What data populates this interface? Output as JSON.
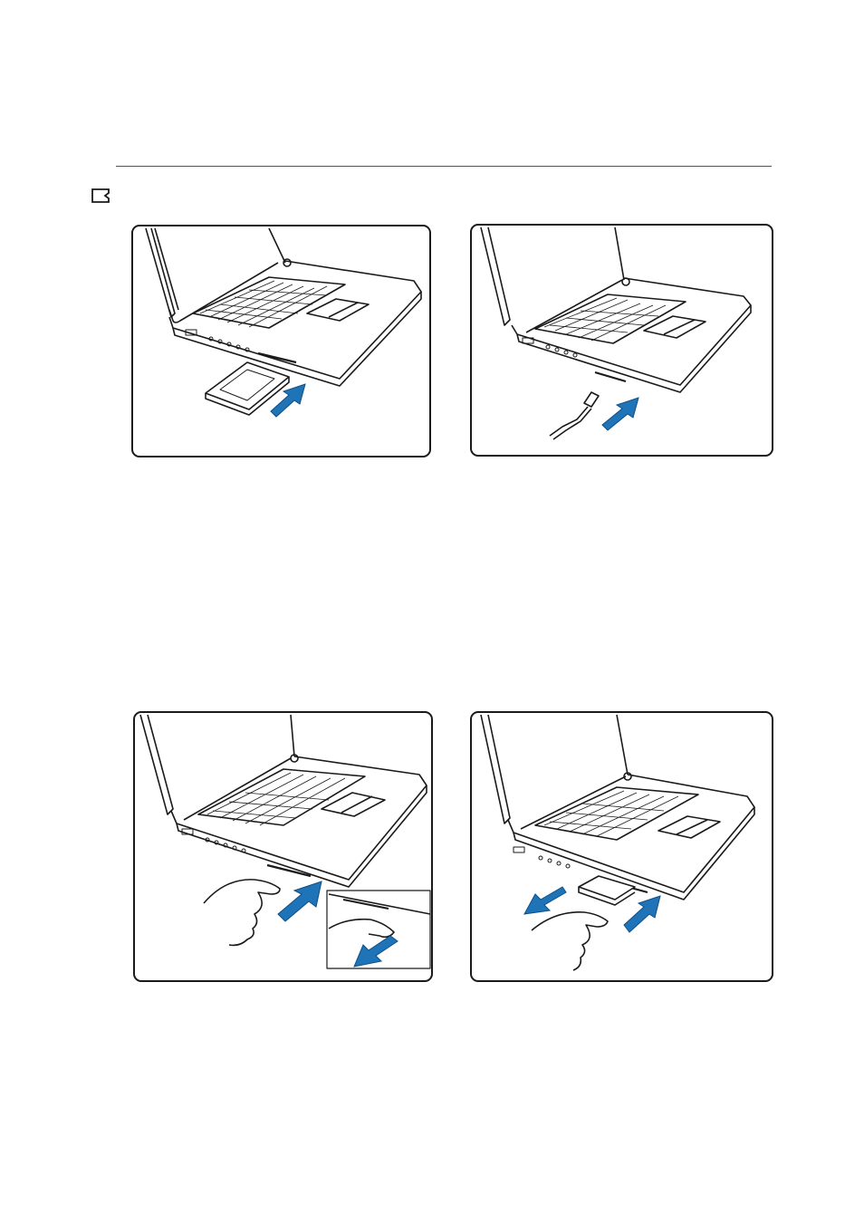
{
  "colors": {
    "accent": "#5a3f9c",
    "arrow": "#1f73b7",
    "line": "#1a1a1a"
  },
  "icons": {
    "header": "pc-card-icon"
  },
  "panels": [
    {
      "name": "insert-pc-card-panel",
      "arrows": [
        "insert"
      ]
    },
    {
      "name": "connect-cable-panel",
      "arrows": [
        "insert"
      ]
    },
    {
      "name": "press-eject-button-panel",
      "arrows": [
        "push",
        "pull"
      ]
    },
    {
      "name": "remove-pc-card-panel",
      "arrows": [
        "pull",
        "push"
      ]
    }
  ]
}
